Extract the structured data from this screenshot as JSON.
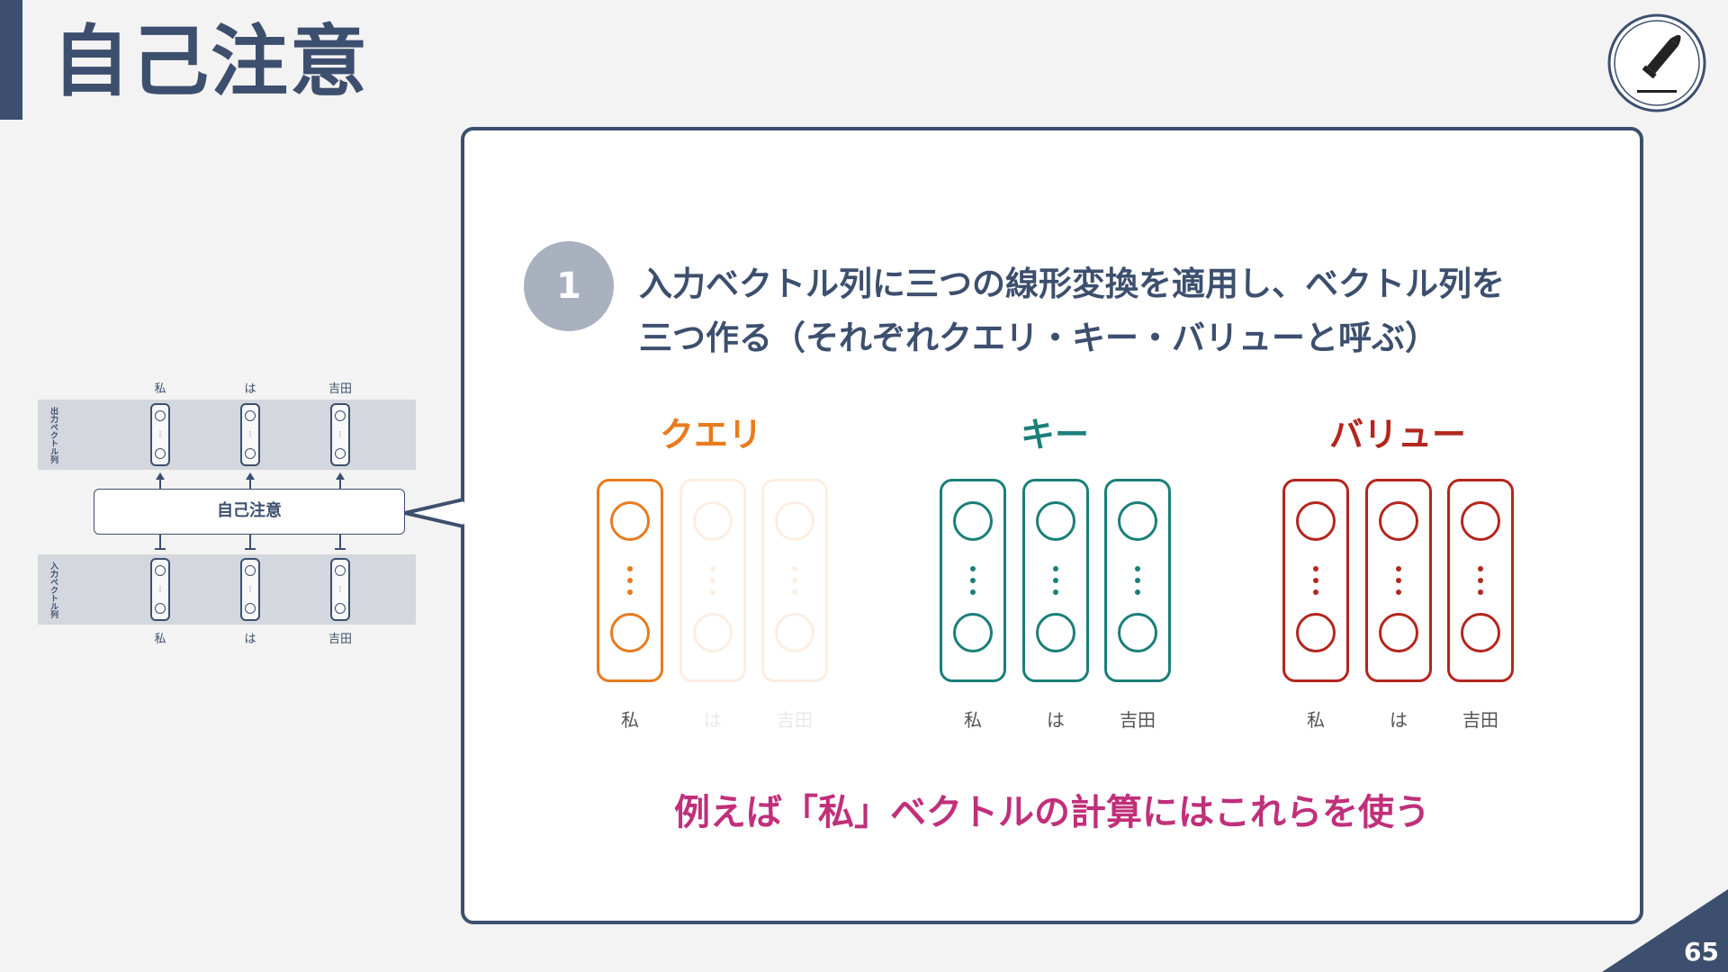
{
  "header": {
    "title": "自己注意",
    "logo_icon": "bullet-icon"
  },
  "mini_diagram": {
    "top_words": [
      "私",
      "は",
      "吉田"
    ],
    "bottom_words": [
      "私",
      "は",
      "吉田"
    ],
    "output_label": "出力ベクトル列",
    "input_label": "入力ベクトル列",
    "box_label": "自己注意"
  },
  "step": {
    "number": "1",
    "text_line1": "入力ベクトル列に三つの線形変換を適用し、ベクトル列を",
    "text_line2": "三つ作る（それぞれクエリ・キー・バリューと呼ぶ）"
  },
  "groups": [
    {
      "name": "クエリ",
      "color": "#e87b1e",
      "words": [
        "私",
        "は",
        "吉田"
      ]
    },
    {
      "name": "キー",
      "color": "#1a7f78",
      "words": [
        "私",
        "は",
        "吉田"
      ]
    },
    {
      "name": "バリュー",
      "color": "#b3261e",
      "words": [
        "私",
        "は",
        "吉田"
      ]
    }
  ],
  "note": "例えば「私」ベクトルの計算にはこれらを使う",
  "page_number": "65"
}
